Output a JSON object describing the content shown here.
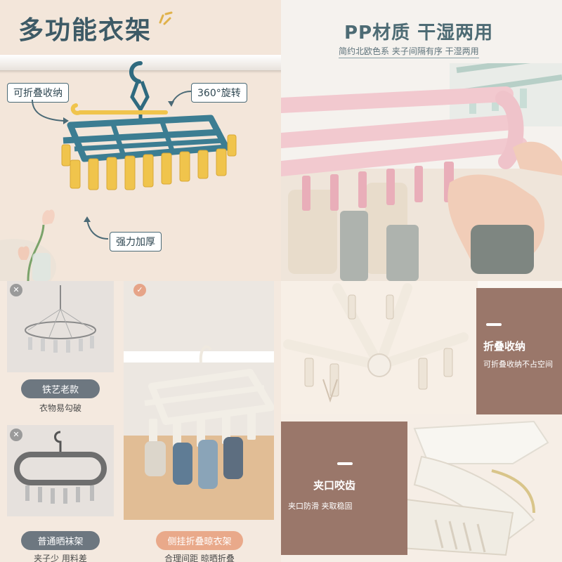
{
  "panel1": {
    "title": "多功能衣架",
    "callout_fold": "可折叠收纳",
    "callout_rotate": "360°旋转",
    "callout_strong": "强力加厚",
    "colors": {
      "frame": "#3c7d92",
      "clip": "#f0c44c",
      "hook": "#2f6a7f"
    }
  },
  "panel2": {
    "title": "PP材质 干湿两用",
    "subtitle": "简约北欧色系 夹子间隔有序 干湿两用"
  },
  "panel3": {
    "left_top_label": "铁艺老款",
    "left_top_note": "衣物易勾破",
    "left_bottom_label": "普通晒袜架",
    "left_bottom_note": "夹子少 用料差",
    "right_label": "侧挂折叠晾衣架",
    "right_note": "合理间距 晾晒折叠"
  },
  "panel4": {
    "top_heading": "折叠收纳",
    "top_sub": "可折叠收纳不占空间",
    "bottom_heading": "夹口咬齿",
    "bottom_sub": "夹口防滑 夹取稳固"
  }
}
